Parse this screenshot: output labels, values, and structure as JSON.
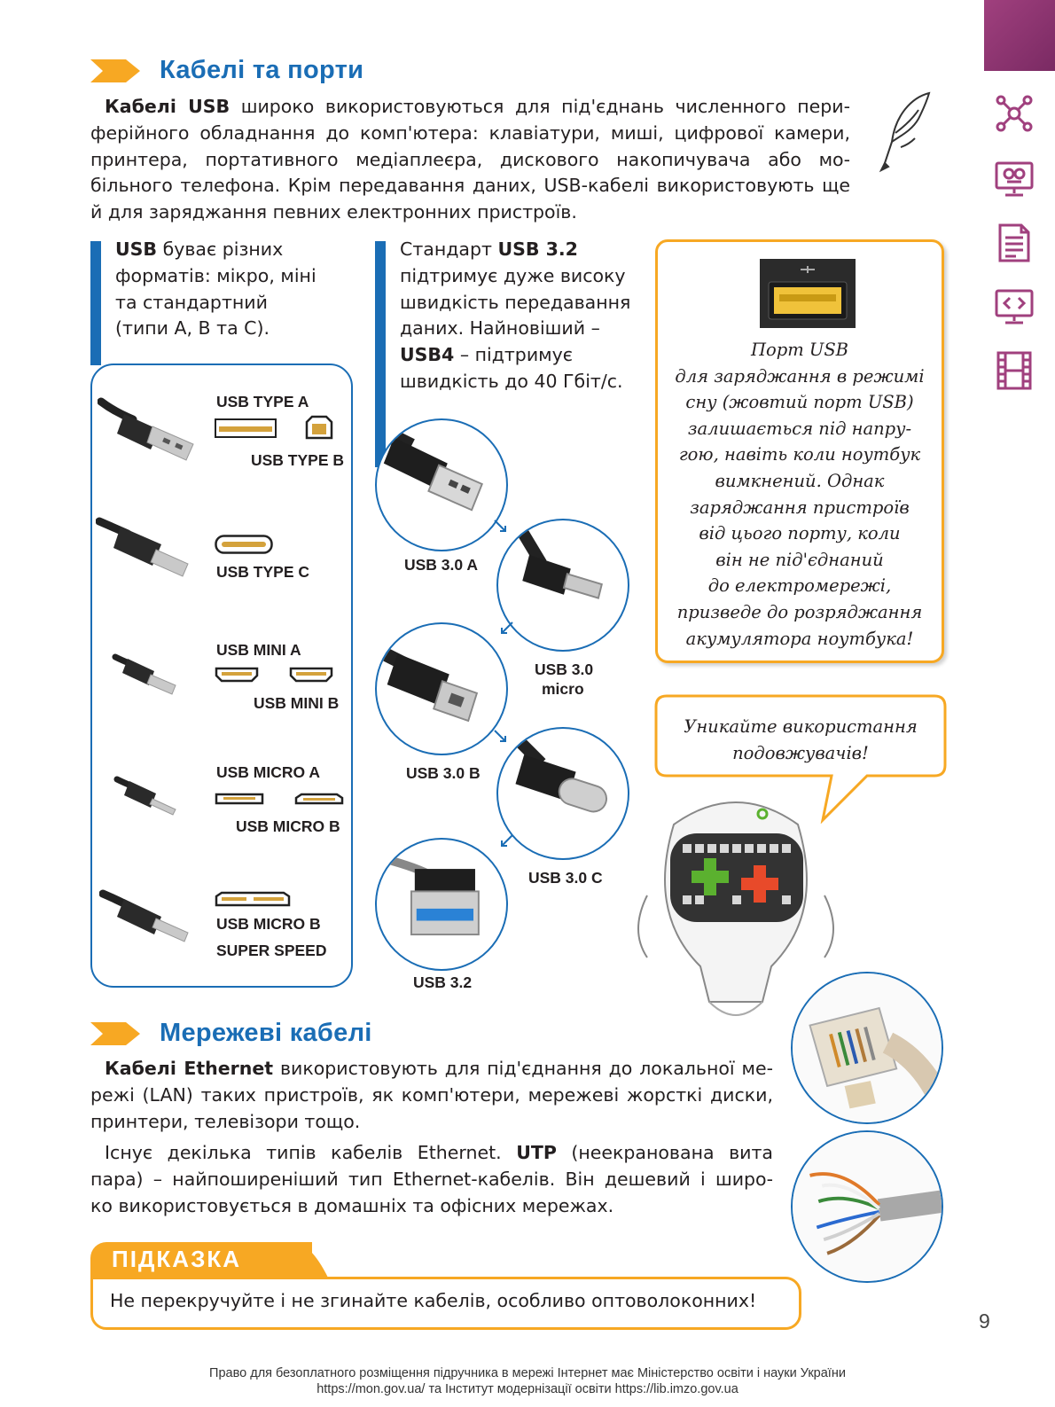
{
  "section1": {
    "title": "Кабелі та порти",
    "intro_lines": [
      {
        "bold": "Кабелі USB",
        "text": " широко використовуються для під'єднань численного пери-"
      },
      {
        "bold": "",
        "text": "ферійного обладнання до комп'ютера: клавіатури, миші, цифрової камери,"
      },
      {
        "bold": "",
        "text": "принтера, портативного медіаплеєра, дискового накопичувача або мо-"
      },
      {
        "bold": "",
        "text": "більного телефона. Крім передавання даних, USB-кабелі використовують ще"
      },
      {
        "bold": "",
        "text": "й для заряджання певних електронних пристроїв."
      }
    ]
  },
  "formats": {
    "lines": [
      {
        "bold": "USB",
        "text": " буває різних"
      },
      {
        "bold": "",
        "text": "форматів: мікро, міні"
      },
      {
        "bold": "",
        "text": "та стандартний"
      },
      {
        "bold": "",
        "text": "(типи А, В та С)."
      }
    ],
    "labels": {
      "type_a": "USB TYPE A",
      "type_b": "USB TYPE B",
      "type_c": "USB TYPE C",
      "mini_a": "USB MINI A",
      "mini_b": "USB MINI B",
      "micro_a": "USB MICRO A",
      "micro_b": "USB MICRO B",
      "micro_b_ss_1": "USB MICRO B",
      "micro_b_ss_2": "SUPER SPEED"
    }
  },
  "standard": {
    "lines": [
      {
        "pre": "Стандарт ",
        "bold": "USB 3.2",
        "post": ""
      },
      {
        "pre": "підтримує дуже високу",
        "bold": "",
        "post": ""
      },
      {
        "pre": "швидкість передавання",
        "bold": "",
        "post": ""
      },
      {
        "pre": "даних. Найновіший –",
        "bold": "",
        "post": ""
      },
      {
        "pre": "",
        "bold": "USB4",
        "post": " – підтримує"
      },
      {
        "pre": "швидкість до 40 Гбіт/с.",
        "bold": "",
        "post": ""
      }
    ],
    "labels": {
      "usb30a": "USB 3.0 A",
      "usb30micro_1": "USB 3.0",
      "usb30micro_2": "micro",
      "usb30b": "USB 3.0 B",
      "usb30c": "USB 3.0 C",
      "usb32": "USB 3.2"
    }
  },
  "info_box": {
    "lines": [
      "Порт USB",
      "для заряджання в режимі",
      "сну (жовтий порт USB)",
      "залишається під напру-",
      "гою, навіть коли ноутбук",
      "вимкнений. Однак",
      "заряджання пристроїв",
      "від цього порту, коли",
      "він не під'єднаний",
      "до електромережі,",
      "призведе до розряджання",
      "акумулятора ноутбука!"
    ]
  },
  "bubble": {
    "lines": [
      "Уникайте використання",
      "подовжувачів!"
    ]
  },
  "section2": {
    "title": "Мережеві кабелі",
    "para1_lines": [
      {
        "bold": "Кабелі Ethernet",
        "text": " використовують для під'єднання до локальної ме-"
      },
      {
        "bold": "",
        "text": "режі (LAN) таких пристроїв, як комп'ютери, мережеві жорсткі диски,"
      },
      {
        "bold": "",
        "text": "принтери, телевізори тощо."
      }
    ],
    "para2_lines": [
      {
        "pre": "Існує декілька типів кабелів Ethernet. ",
        "bold": "UTP",
        "post": " (неекранована вита"
      },
      {
        "pre": "пара) – найпоширеніший тип Ethernet-кабелів. Він дешевий і широ-",
        "bold": "",
        "post": ""
      },
      {
        "pre": "ко використовується в домашніх та офісних мережах.",
        "bold": "",
        "post": ""
      }
    ]
  },
  "tip": {
    "title": "ПІДКАЗКА",
    "text": "Не перекручуйте і не згинайте кабелів, особливо оптоволоконних!"
  },
  "page_number": "9",
  "footer": {
    "line1": "Право для безоплатного розміщення підручника в мережі Інтернет має Міністерство освіти і науки України",
    "line2": "https://mon.gov.ua/ та Інститут модернізації освіти https://lib.imzo.gov.ua"
  },
  "colors": {
    "heading": "#1a6db5",
    "accent": "#f7a823",
    "side": "#a0407e"
  },
  "icons": [
    "network-icon",
    "monitor-face-icon",
    "document-icon",
    "code-monitor-icon",
    "film-icon",
    "quill-icon"
  ]
}
